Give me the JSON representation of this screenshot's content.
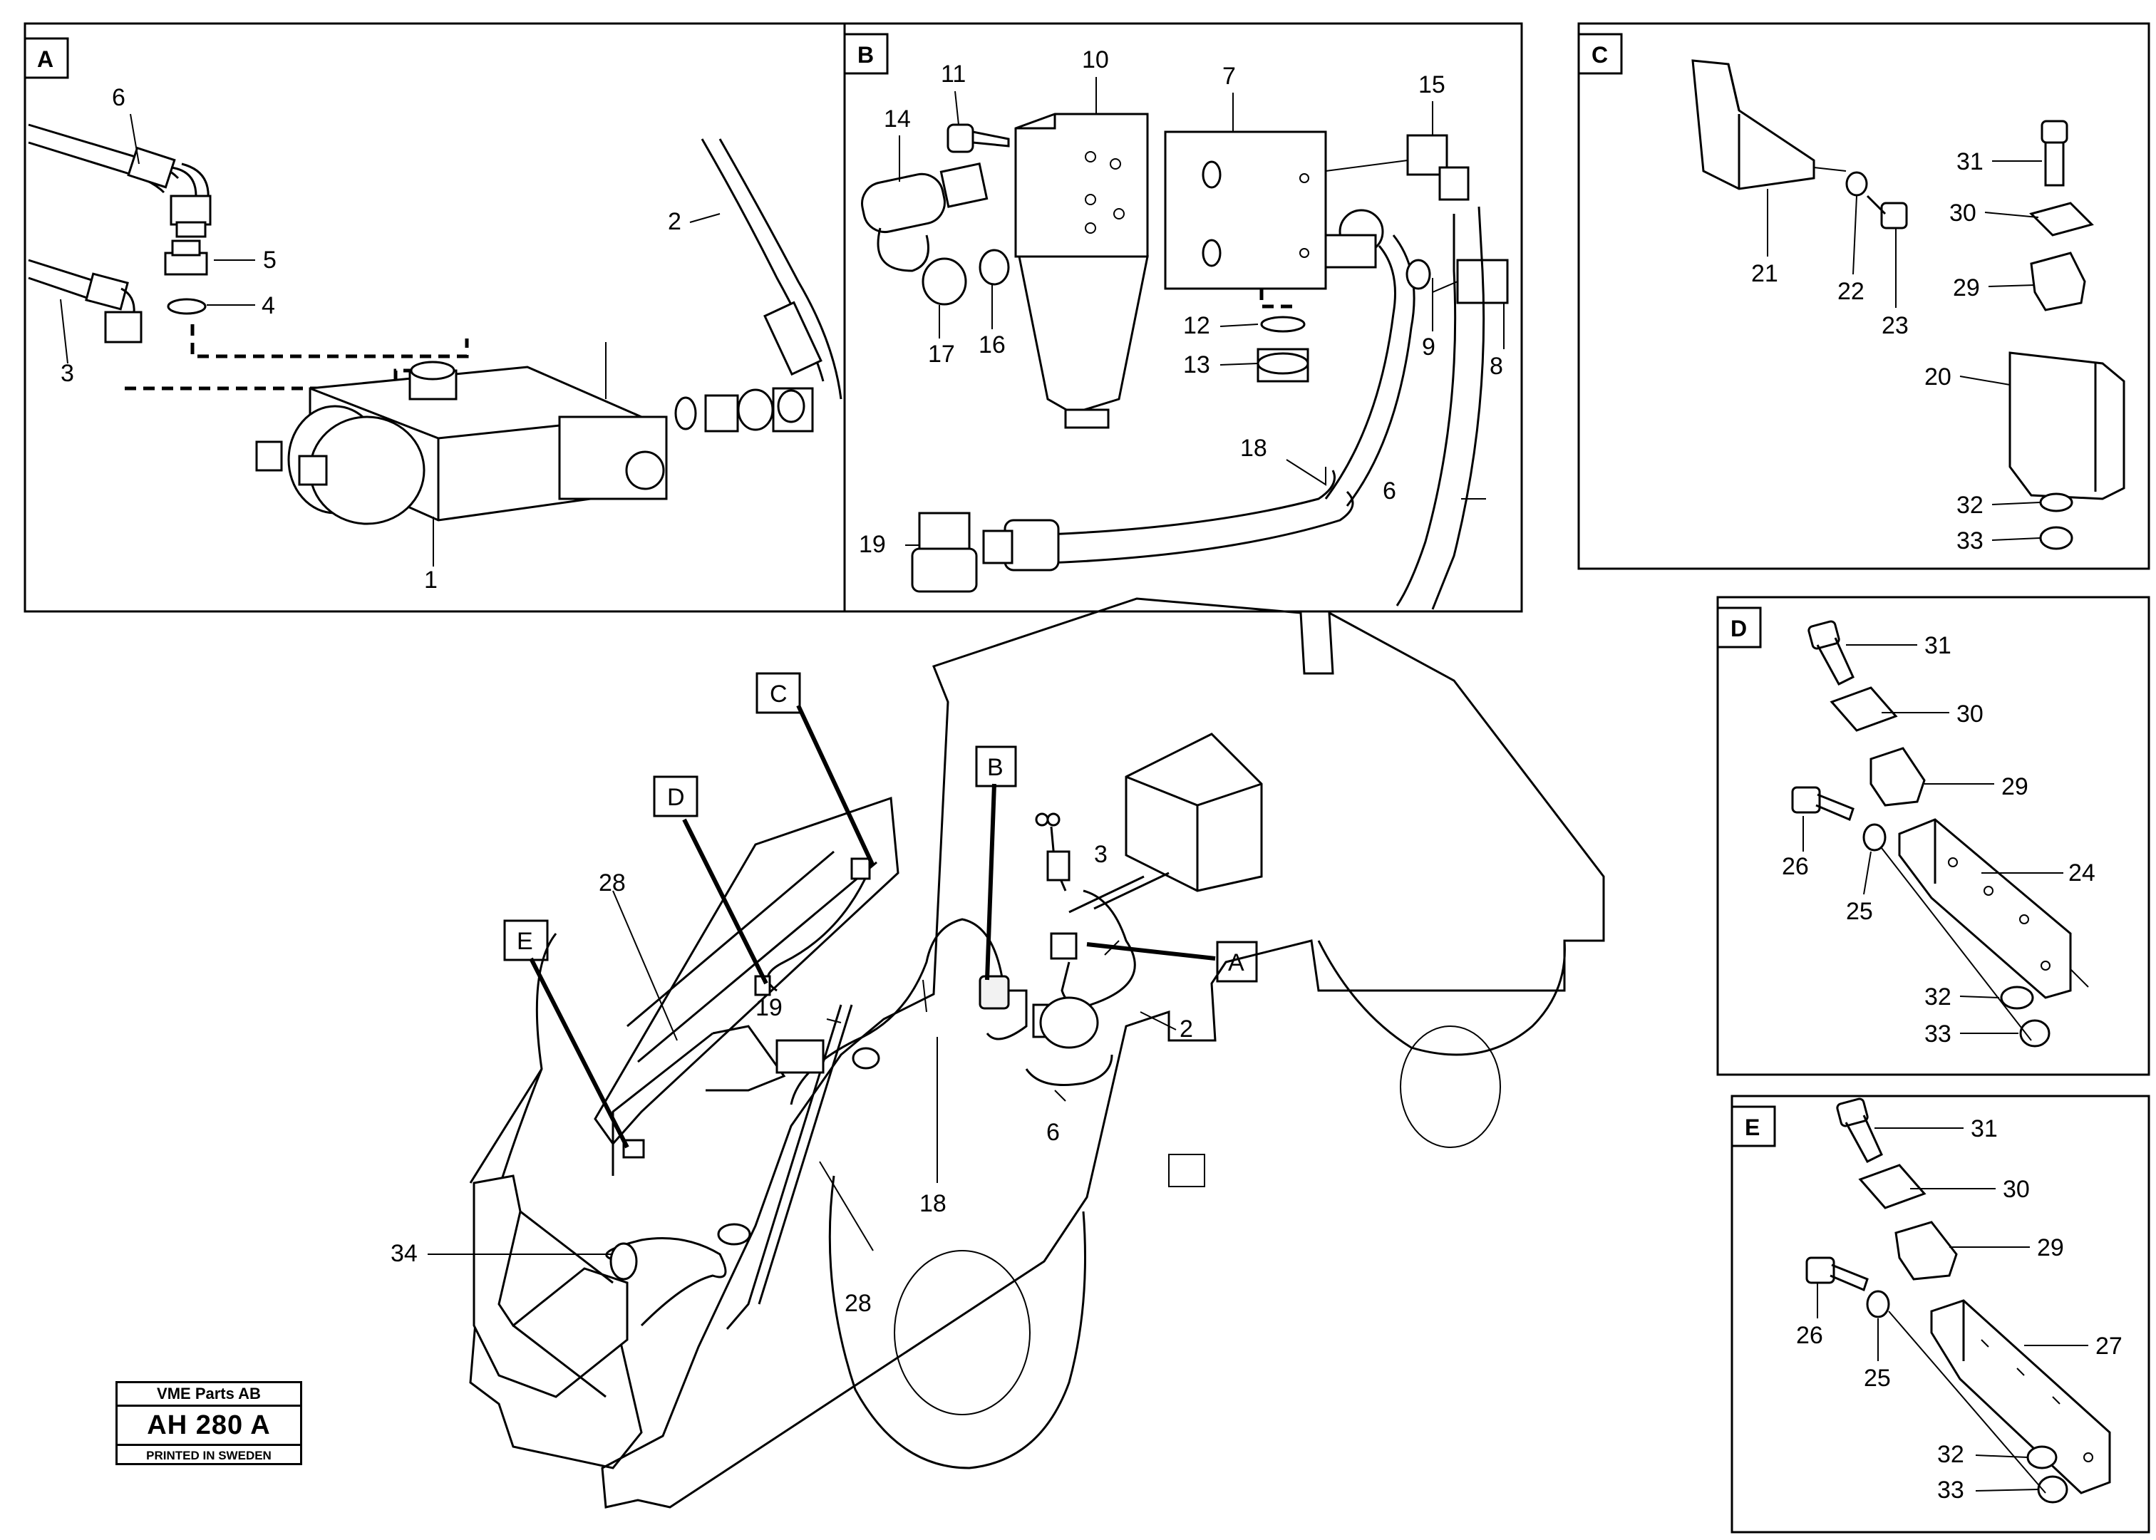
{
  "title_block": {
    "company": "VME Parts AB",
    "code": "AH 280 A",
    "printed": "PRINTED IN SWEDEN"
  },
  "panels": {
    "a": "A",
    "b": "B",
    "c": "C",
    "d": "D",
    "e": "E"
  },
  "callouts": {
    "a_6": "6",
    "a_5": "5",
    "a_4": "4",
    "a_3": "3",
    "a_2": "2",
    "a_1": "1",
    "b_11": "11",
    "b_10": "10",
    "b_7": "7",
    "b_15": "15",
    "b_14": "14",
    "b_17": "17",
    "b_16": "16",
    "b_12": "12",
    "b_13": "13",
    "b_9": "9",
    "b_8": "8",
    "b_18": "18",
    "b_6": "6",
    "b_19": "19",
    "c_31": "31",
    "c_30": "30",
    "c_29": "29",
    "c_21": "21",
    "c_22": "22",
    "c_23": "23",
    "c_20": "20",
    "c_32": "32",
    "c_33": "33",
    "d_31": "31",
    "d_30": "30",
    "d_29": "29",
    "d_26": "26",
    "d_24": "24",
    "d_25": "25",
    "d_32": "32",
    "d_33": "33",
    "e_31": "31",
    "e_30": "30",
    "e_29": "29",
    "e_26": "26",
    "e_27": "27",
    "e_25": "25",
    "e_32": "32",
    "e_33": "33",
    "m_c": "C",
    "m_d": "D",
    "m_b": "B",
    "m_e": "E",
    "m_a": "A",
    "m_28a": "28",
    "m_3": "3",
    "m_19": "19",
    "m_2": "2",
    "m_6": "6",
    "m_18": "18",
    "m_34": "34",
    "m_28b": "28"
  }
}
